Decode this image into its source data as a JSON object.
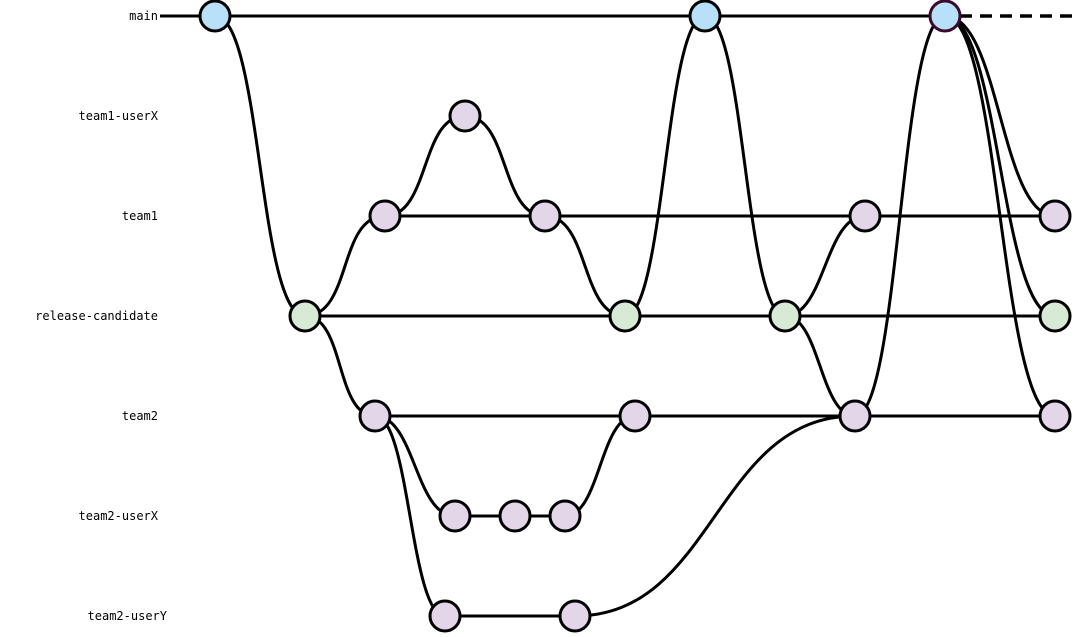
{
  "diagram": {
    "type": "git-branch-graph",
    "branches": [
      {
        "name": "main",
        "kind": "main"
      },
      {
        "name": "team1-userX",
        "kind": "feature"
      },
      {
        "name": "team1",
        "kind": "feature"
      },
      {
        "name": "release-candidate",
        "kind": "release"
      },
      {
        "name": "team2",
        "kind": "feature"
      },
      {
        "name": "team2-userX",
        "kind": "feature"
      },
      {
        "name": "team2-userY",
        "kind": "feature"
      }
    ],
    "colors": {
      "main": "#b8e0f8",
      "release": "#d6ead6",
      "feature": "#e2d6e8",
      "line": "#000000",
      "head_border": "#3a0a2a"
    },
    "main_continues": true
  }
}
